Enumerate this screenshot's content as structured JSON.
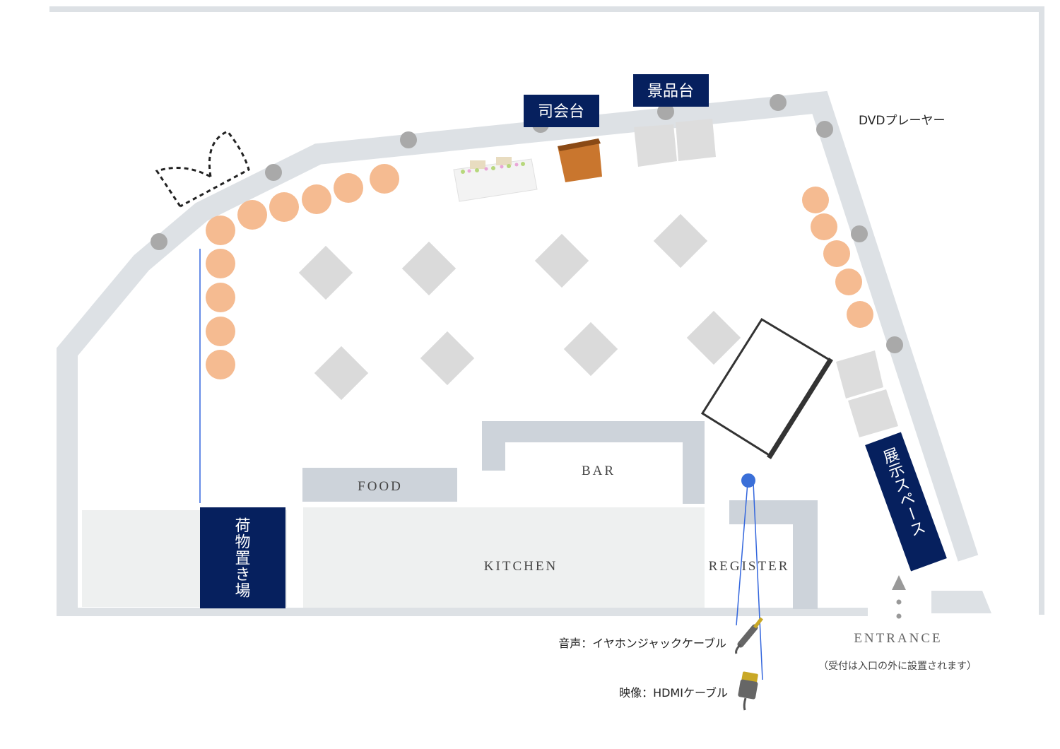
{
  "labels": {
    "mc_stand": "司会台",
    "prize_stand": "景品台",
    "dvd_player": "DVDプレーヤー",
    "exhibit_space": "展示スペース",
    "luggage_area": "荷物置き場",
    "food": "FOOD",
    "bar": "BAR",
    "kitchen": "KITCHEN",
    "register": "REGISTER",
    "entrance": "ENTRANCE",
    "reception_note": "（受付は入口の外に設置されます）",
    "audio_cable": "音声：イヤホンジャックケーブル",
    "video_cable": "映像：HDMIケーブル"
  },
  "colors": {
    "navy": "#06205e",
    "wall": "#dde1e5",
    "counter": "#cdd3da",
    "chair": "#f5bb91",
    "pillar": "#a9a9a9",
    "table": "#dadada",
    "cable": "#3366dd"
  }
}
